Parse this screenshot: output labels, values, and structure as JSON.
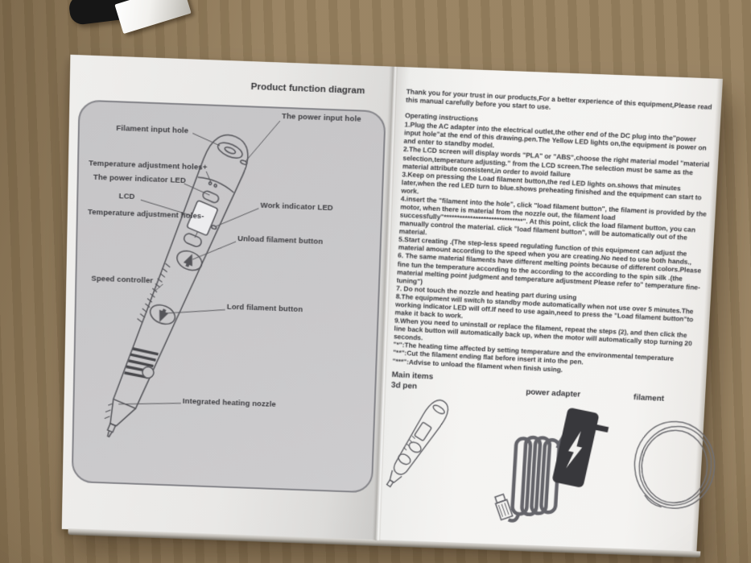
{
  "photo": {
    "surface": "cardboard",
    "objects": [
      "black-cable-object",
      "small-white-box"
    ]
  },
  "colors": {
    "cardboard": "#97815f",
    "paper": "#f3f2f0",
    "diagram_panel": "#c7c6c8",
    "ink": "#3c3c40",
    "adapter_black": "#38383c"
  },
  "left_page": {
    "title": "Product function diagram",
    "labels": {
      "power_input_hole": "The power input hole",
      "filament_input_hole": "Filament input hole",
      "temp_plus": "Temperature adjustment holes+",
      "power_led": "The power indicator LED",
      "lcd": "LCD",
      "temp_minus": "Temperature adjustment holes-",
      "work_led": "Work indicator LED",
      "unload": "Unload filament button",
      "speed": "Speed controller",
      "lord": "Lord filament button",
      "nozzle": "Integrated heating nozzle"
    }
  },
  "right_page": {
    "intro": "Thank you for your trust in our products,For a better experience of this equipment,Please read this manual carefully before you start to use.",
    "operating_heading": "Operating instructions",
    "instructions": [
      "1.Plug the AC adapter into the electrical outlet,the other end of the DC plug into the\"power input hole\"at the end of this drawing.pen.The Yellow LED lights on,the equipment is power on and enter to standby model.",
      "2.The LCD screen will display words \"PLA\" or \"ABS\",choose the right material model \"material selection,temperature adjusting.\" from the LCD screen.The selection must be same as the material attribute consistent,in order to avoid failure",
      "3.Keep on pressing the Load filament button,the red LED lights on.shows that minutes later,when the red LED turn to blue.shows preheating finished and the equipment can start to work.",
      "4.insert the \"filament into the hole\", click \"load filament button\", the filament is provided by the motor, when there is material from the nozzle out, the filament load successfully\"******************************\". At this point, click the load filament button, you can manually control the material. click \"load filament button\", will be automatically out of the material.",
      "5.Start creating .(The step-less speed regulating function of this equipment can adjust the material amount according to the speed when you are creating.No need to use both hands.,",
      "6. The same material filaments have different melting points because of different colors.Please fine tun the temperature according to the according to the according to the spin silk .(the material melting point judgment and temperature adjustment Please refer to\" temperature fine-tuning\")",
      "7. Do not touch the nozzle and heating part during using",
      "8.The equipment will switch to standby mode automatically when not use over 5 minutes.The working indicator LED will off.If need to use again,need to press the \"Load filament button\"to make it back to work.",
      "9.When you need to uninstall or replace the filament, repeat the steps (2), and then click the line back button will automatically back up, when the motor will automatically stop turning 20 seconds."
    ],
    "notes": [
      "\"*\":The heating time affected by setting temperature and the environmental temperature",
      "\"**\":Cut the filament ending flat before insert it into the pen.",
      "\"***\":Advise to unload the filament when finish using."
    ],
    "main_items": {
      "heading": "Main items",
      "pen_label": "3d pen",
      "adapter_label": "power adapter",
      "filament_label": "filament"
    }
  }
}
